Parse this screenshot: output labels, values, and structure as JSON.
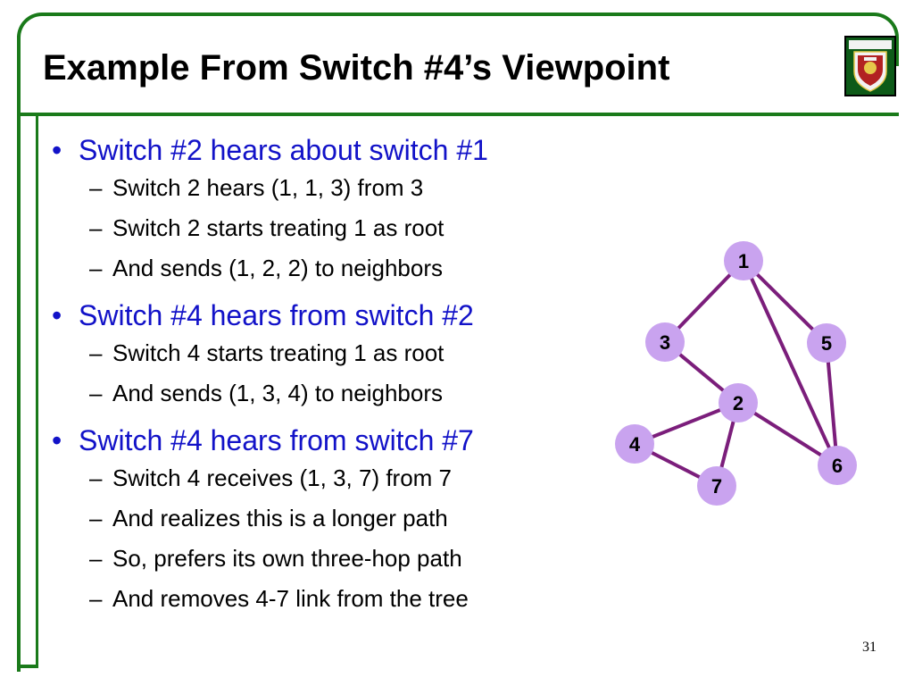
{
  "slide": {
    "title": "Example From Switch #4’s Viewpoint",
    "page_number": "31"
  },
  "bullets": [
    {
      "text": "Switch #2 hears about switch #1",
      "subs": [
        "Switch 2 hears (1, 1, 3) from 3",
        "Switch 2 starts treating 1 as root",
        "And sends (1, 2, 2) to neighbors"
      ]
    },
    {
      "text": "Switch #4 hears from switch #2",
      "subs": [
        "Switch 4 starts treating 1 as root",
        "And sends (1, 3, 4) to neighbors"
      ]
    },
    {
      "text": "Switch #4 hears from switch #7",
      "subs": [
        "Switch 4 receives (1, 3, 7) from 7",
        "And realizes this is a longer path",
        "So, prefers its own three-hop path",
        "And removes 4-7 link from the tree"
      ]
    }
  ],
  "graph": {
    "node_labels": [
      "1",
      "2",
      "3",
      "4",
      "5",
      "6",
      "7"
    ],
    "edges": [
      [
        "1",
        "3"
      ],
      [
        "1",
        "5"
      ],
      [
        "1",
        "6"
      ],
      [
        "3",
        "2"
      ],
      [
        "2",
        "4"
      ],
      [
        "2",
        "7"
      ],
      [
        "2",
        "6"
      ],
      [
        "4",
        "7"
      ],
      [
        "5",
        "6"
      ]
    ],
    "colors": {
      "node_fill": "#c9a3ef",
      "edge": "#7b1e7b",
      "frame": "#1a7a1a",
      "bullet": "#1212c8"
    }
  }
}
